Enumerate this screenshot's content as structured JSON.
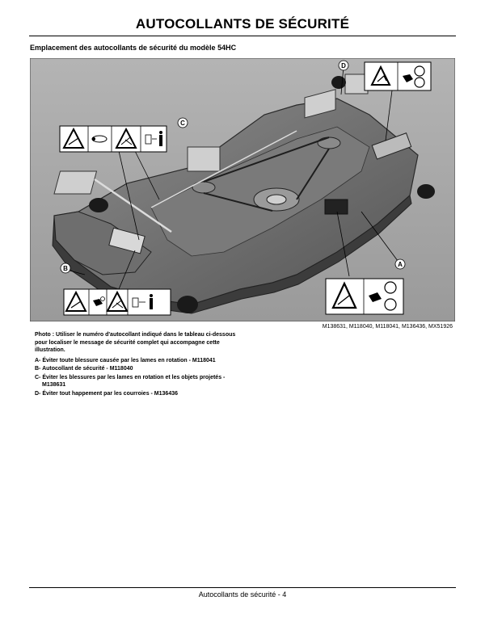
{
  "page": {
    "title": "AUTOCOLLANTS DE SÉCURITÉ",
    "subtitle": "Emplacement des autocollants de sécurité du modèle 54HC",
    "footer": "Autocollants de sécurité - 4"
  },
  "figure": {
    "reference": "M138631, M118040, M118041, M136436, MX51926",
    "callouts": [
      "A",
      "B",
      "C",
      "D"
    ],
    "decal_icons": [
      "rotating-blade-hazard-icon",
      "thrown-object-hazard-icon",
      "belt-entanglement-hazard-icon",
      "keep-away-person-icon",
      "pulley-icon",
      "hand-hazard-icon"
    ]
  },
  "caption": {
    "intro": "Photo : Utiliser le numéro d'autocollant indiqué dans le tableau ci-dessous pour localiser le message de sécurité complet qui accompagne cette illustration.",
    "items": [
      "A- Éviter toute blessure causée par les lames en rotation - M118041",
      "B- Autocollant de sécurité - M118040",
      "C- Éviter les blessures par les lames en rotation et les objets projetés - M138631",
      "D- Éviter tout happement par les courroies - M136436"
    ]
  }
}
